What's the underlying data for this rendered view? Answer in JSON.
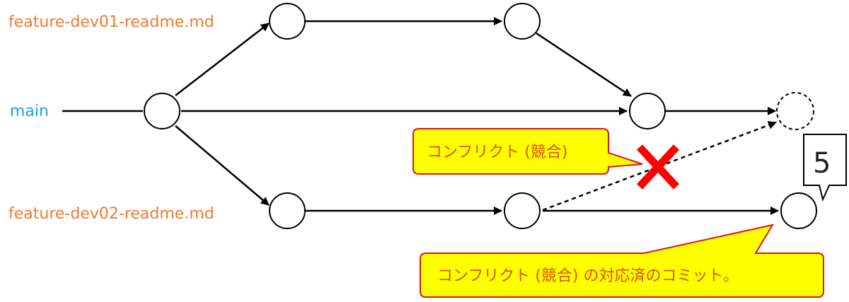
{
  "colors": {
    "branch_feature": "#ED7D31",
    "branch_main": "#1BA1E2",
    "callout_fill": "#FFFF00",
    "callout_stroke": "#E0141E",
    "callout_text": "#E05000",
    "cross": "#FF0000"
  },
  "branches": {
    "feature1": "feature-dev01-readme.md",
    "main": "main",
    "feature2": "feature-dev02-readme.md"
  },
  "callouts": {
    "conflict": "コンフリクト (競合)",
    "resolved": "コンフリクト (競合) の対応済のコミット。"
  },
  "step": "5",
  "icons": {
    "conflict_mark": "cross-icon"
  }
}
